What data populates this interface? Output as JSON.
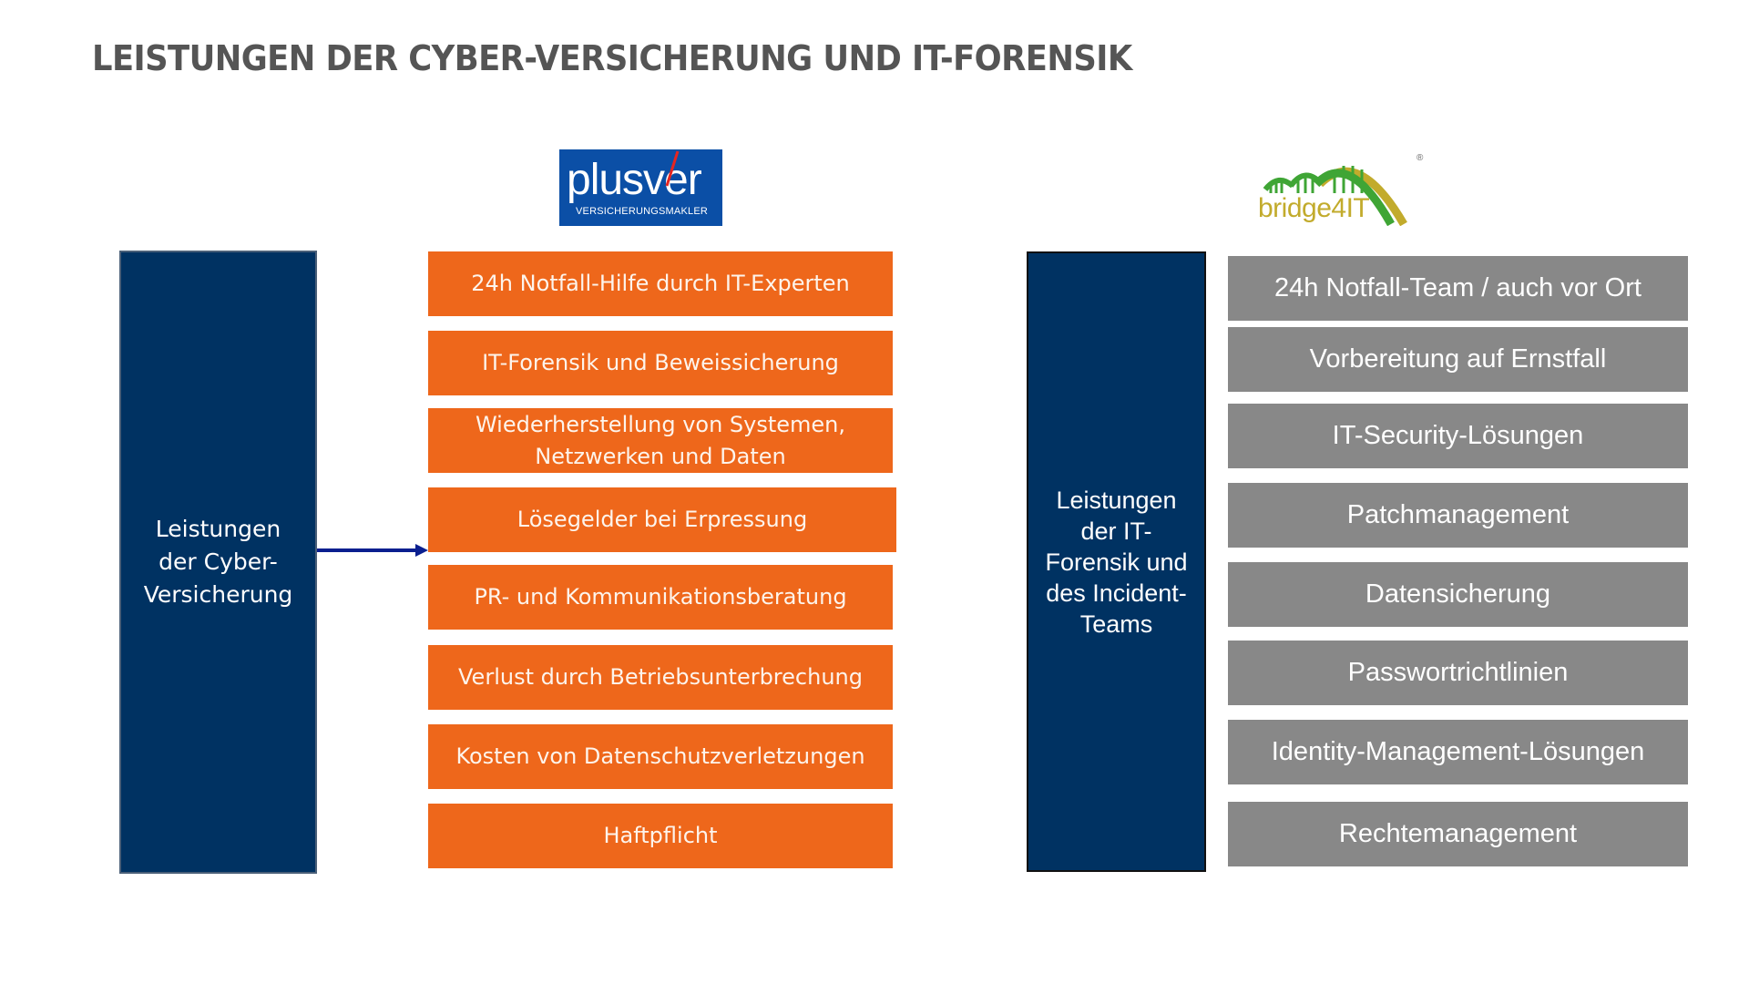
{
  "title": "LEISTUNGEN DER CYBER-VERSICHERUNG UND IT-FORENSIK",
  "left_panel": {
    "logo": {
      "name": "plusver",
      "subtitle": "VERSICHERUNGSMAKLER",
      "brand_color": "#0b4fa6",
      "accent_color": "#e52521"
    },
    "category_label": "Leistungen der Cyber-Versicherung",
    "category_lines": [
      "Leistungen",
      "der Cyber-",
      "Versicherung"
    ],
    "box_color": "#003262",
    "item_color": "#ee671b",
    "items": [
      {
        "lines": [
          "24h Notfall-Hilfe durch IT-Experten"
        ]
      },
      {
        "lines": [
          "IT-Forensik und Beweissicherung"
        ]
      },
      {
        "lines": [
          "Wiederherstellung von Systemen,",
          "Netzwerken und Daten"
        ]
      },
      {
        "lines": [
          "Lösegelder bei Erpressung"
        ]
      },
      {
        "lines": [
          "PR- und Kommunikationsberatung"
        ]
      },
      {
        "lines": [
          "Verlust durch Betriebsunterbrechung"
        ]
      },
      {
        "lines": [
          "Kosten von Datenschutzverletzungen"
        ]
      },
      {
        "lines": [
          "Haftpflicht"
        ]
      }
    ],
    "arrow_icon": "arrow-right-icon"
  },
  "right_panel": {
    "logo": {
      "name": "bridge4IT",
      "registered_mark": "®",
      "green": "#3fa535",
      "gold": "#c2ab2c"
    },
    "category_label": "Leistungen der IT-Forensik und des Incident-Teams",
    "category_lines": [
      "Leistungen",
      "der IT-",
      "Forensik und",
      "des Incident-",
      "Teams"
    ],
    "box_color": "#003262",
    "item_color": "#888888",
    "items": [
      {
        "lines": [
          "24h Notfall-Team / auch vor Ort"
        ]
      },
      {
        "lines": [
          "Vorbereitung auf Ernstfall"
        ]
      },
      {
        "lines": [
          "IT-Security-Lösungen"
        ]
      },
      {
        "lines": [
          "Patchmanagement"
        ]
      },
      {
        "lines": [
          "Datensicherung"
        ]
      },
      {
        "lines": [
          "Passwortrichtlinien"
        ]
      },
      {
        "lines": [
          "Identity-Management-Lösungen"
        ]
      },
      {
        "lines": [
          "Rechtemanagement"
        ]
      }
    ]
  }
}
